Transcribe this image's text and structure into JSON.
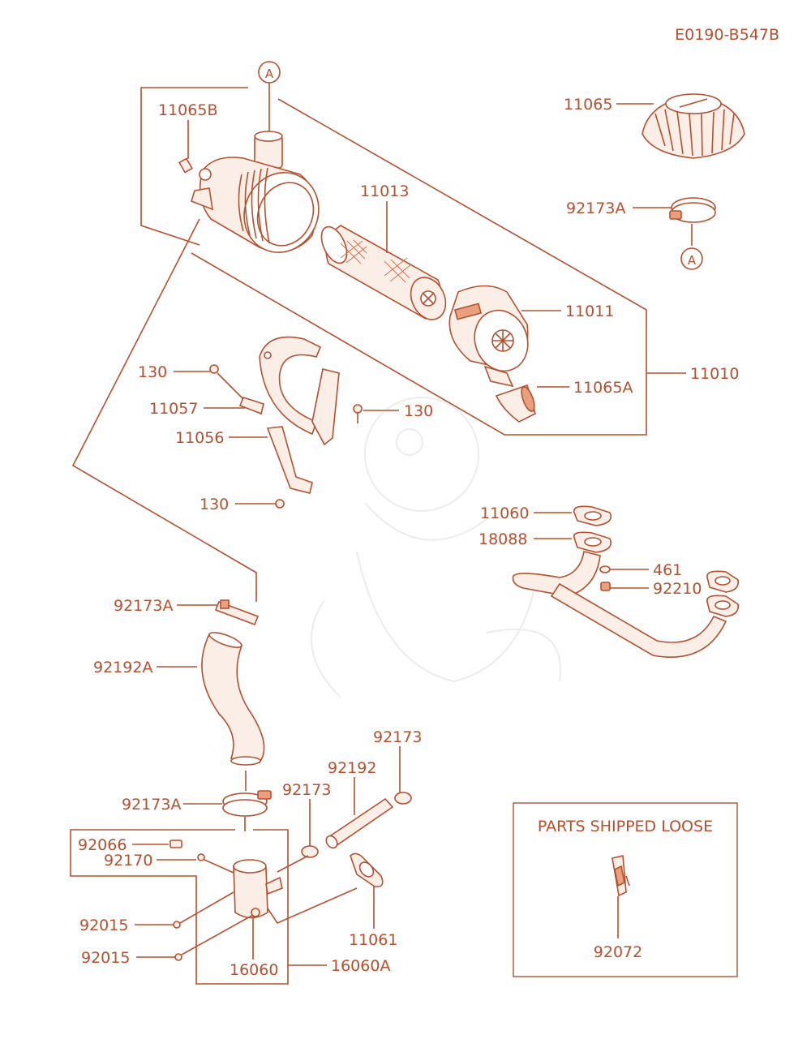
{
  "header": {
    "drawing_code": "E0190-B547B"
  },
  "callouts": {
    "a1": "A",
    "a2": "A"
  },
  "parts": {
    "p11065B": "11065B",
    "p11065": "11065",
    "p92173A_top": "92173A",
    "p11013": "11013",
    "p11011": "11011",
    "p11010": "11010",
    "p11065A": "11065A",
    "p130_a": "130",
    "p11057": "11057",
    "p130_b": "130",
    "p11056": "11056",
    "p130_c": "130",
    "p11060": "11060",
    "p18088": "18088",
    "p461": "461",
    "p92210": "92210",
    "p92173A_mid": "92173A",
    "p92192A": "92192A",
    "p92173_a": "92173",
    "p92192": "92192",
    "p92173_b": "92173",
    "p92173A_low": "92173A",
    "p92066": "92066",
    "p92170": "92170",
    "p92015_a": "92015",
    "p92015_b": "92015",
    "p16060": "16060",
    "p16060A": "16060A",
    "p11061": "11061"
  },
  "loose_box": {
    "title": "PARTS SHIPPED LOOSE",
    "part": "92072"
  },
  "colors": {
    "line": "#b5502f",
    "fill": "#fbeee6",
    "accent": "#e9a07f"
  }
}
